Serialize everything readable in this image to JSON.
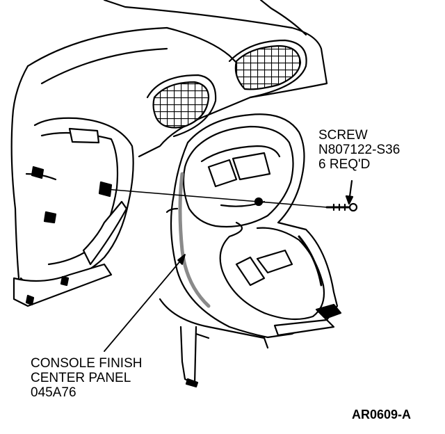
{
  "callouts": {
    "screw": {
      "line1": "SCREW",
      "line2": "N807122-S36",
      "line3": "6 REQ'D"
    },
    "panel": {
      "line1": "CONSOLE FINISH",
      "line2": "CENTER PANEL",
      "line3": "045A76"
    }
  },
  "figure_id": "AR0609-A",
  "colors": {
    "ink": "#000000",
    "paper": "#ffffff",
    "shade": "#8a8a8a"
  }
}
